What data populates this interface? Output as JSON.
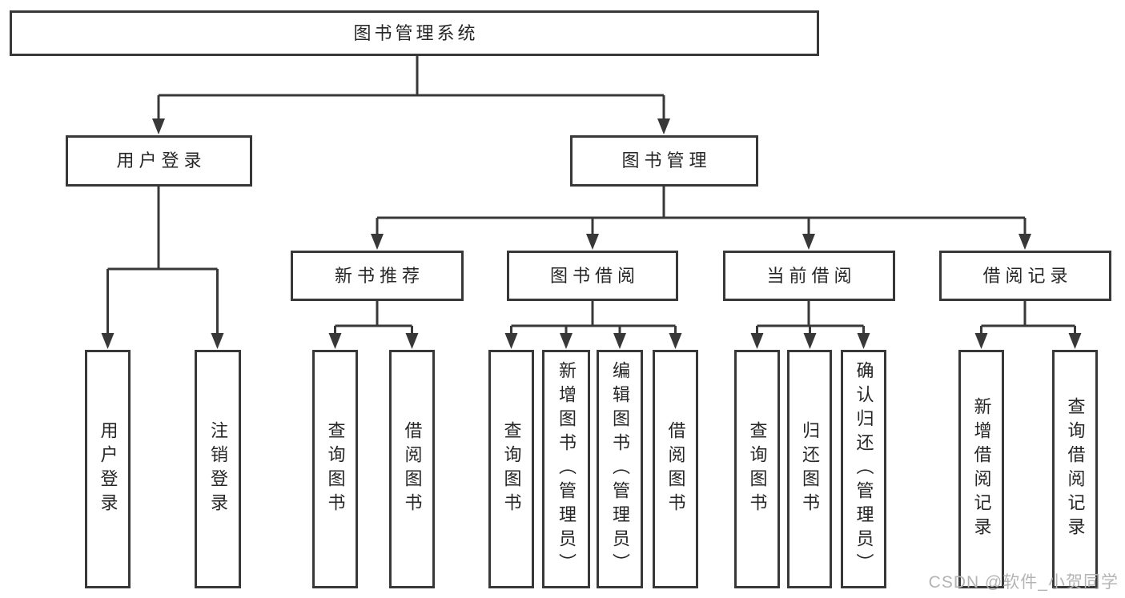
{
  "diagram": {
    "root": {
      "label": "图书管理系统"
    },
    "level2": [
      {
        "label": "用户登录"
      },
      {
        "label": "图书管理"
      }
    ],
    "level3": [
      {
        "label": "新书推荐"
      },
      {
        "label": "图书借阅"
      },
      {
        "label": "当前借阅"
      },
      {
        "label": "借阅记录"
      }
    ],
    "leaves": {
      "user_login": [
        {
          "label": "用户登录"
        },
        {
          "label": "注销登录"
        }
      ],
      "new_book_recommend": [
        {
          "label": "查询图书"
        },
        {
          "label": "借阅图书"
        }
      ],
      "book_borrowing": [
        {
          "label": "查询图书"
        },
        {
          "label": "新增图书（管理员）"
        },
        {
          "label": "编辑图书（管理员）"
        },
        {
          "label": "借阅图书"
        }
      ],
      "current_borrowing": [
        {
          "label": "查询图书"
        },
        {
          "label": "归还图书"
        },
        {
          "label": "确认归还（管理员）"
        }
      ],
      "borrowing_records": [
        {
          "label": "新增借阅记录"
        },
        {
          "label": "查询借阅记录"
        }
      ]
    }
  },
  "watermark": {
    "text": "CSDN @软件_小贺同学"
  },
  "colors": {
    "background": "#ffffff",
    "line": "#383838",
    "box_border": "#383838",
    "box_fill": "#ffffff",
    "text": "#262626",
    "watermark_text": "#b4b4b4"
  }
}
